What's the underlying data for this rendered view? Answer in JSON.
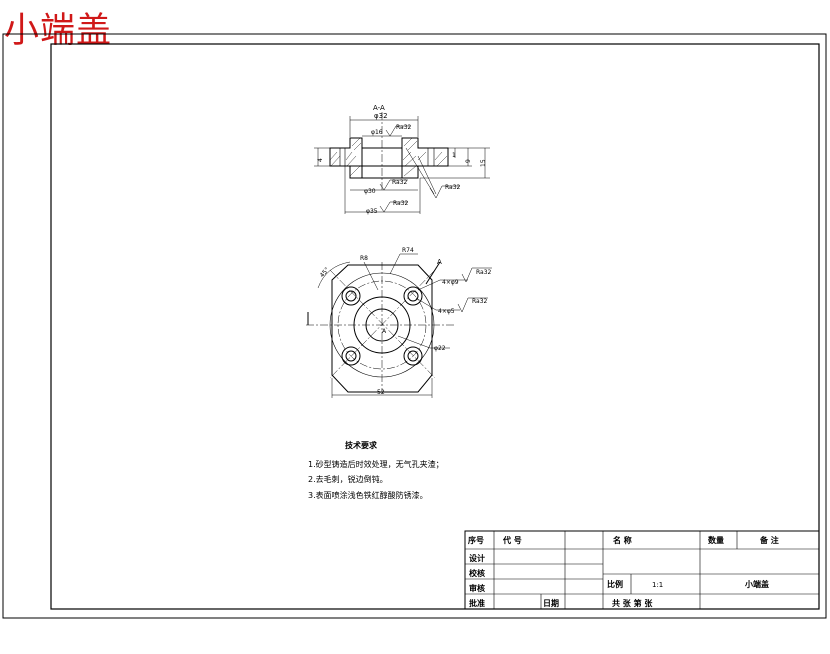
{
  "stamp_title": "小端盖",
  "section_view": {
    "section_label": "A-A",
    "dims": {
      "d32": "φ32",
      "d16": "φ16",
      "d30": "φ30",
      "d35": "φ35",
      "h4": "4",
      "h9": "9",
      "h15": "15",
      "h1": "1"
    },
    "roughness": [
      "Ra32",
      "Ra32",
      "Ra32",
      "Ra32"
    ]
  },
  "plan_view": {
    "r8": "R8",
    "r74": "R74",
    "arrow_label": "A",
    "angle": "45°",
    "holes1": "4×φ9",
    "holes2": "4×φ5",
    "d22": "φ22",
    "width": "52",
    "center_mark": "A",
    "roughness": [
      "Ra32",
      "Ra32"
    ]
  },
  "notes": {
    "heading": "技术要求",
    "items": [
      "1.砂型铸造后时效处理，无气孔夹渣；",
      "2.去毛刺，锐边倒钝。",
      "3.表面喷涂浅色铁红醇酸防锈漆。"
    ]
  },
  "title_block": {
    "seq_label": "序号",
    "code_label": "代 号",
    "name_label": "名 称",
    "qty_label": "数量",
    "remark_label": "备 注",
    "design_label": "设计",
    "check_label": "校核",
    "review_label": "审核",
    "approve_label": "批准",
    "date_label": "日期",
    "scale_label": "比例",
    "scale_value": "1:1",
    "part_name": "小端盖",
    "sheet_label": "共  张  第  张"
  }
}
